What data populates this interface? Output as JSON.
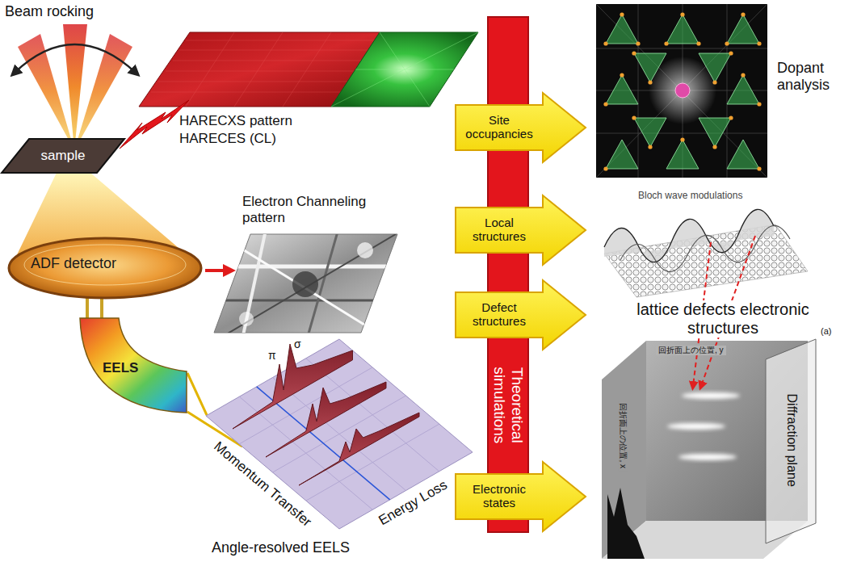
{
  "diagram": {
    "nodes": [
      {
        "text": [
          "sample"
        ]
      },
      {
        "text": [
          "ADF detector"
        ]
      },
      {
        "text": [
          "EELS"
        ]
      },
      {
        "text": [
          "Theoretical simulations"
        ]
      },
      {
        "text": [
          "Site occupancies"
        ]
      },
      {
        "text": [
          "Local structures"
        ]
      },
      {
        "text": [
          "Defect structures"
        ]
      },
      {
        "text": [
          "Electronic states"
        ]
      }
    ],
    "labels": [
      "Beam rocking",
      "HARECXS pattern",
      "HARECES (CL)",
      "Electron Channeling pattern",
      "Momentum Transfer",
      "Energy Loss",
      "π",
      "σ",
      "Angle-resolved EELS",
      "Dopant analysis",
      "Bloch wave modulations",
      "lattice defects electronic structures",
      "回折面上の位置, y",
      "回折面上の位置, x",
      "(a)",
      "Diffraction plane"
    ]
  }
}
